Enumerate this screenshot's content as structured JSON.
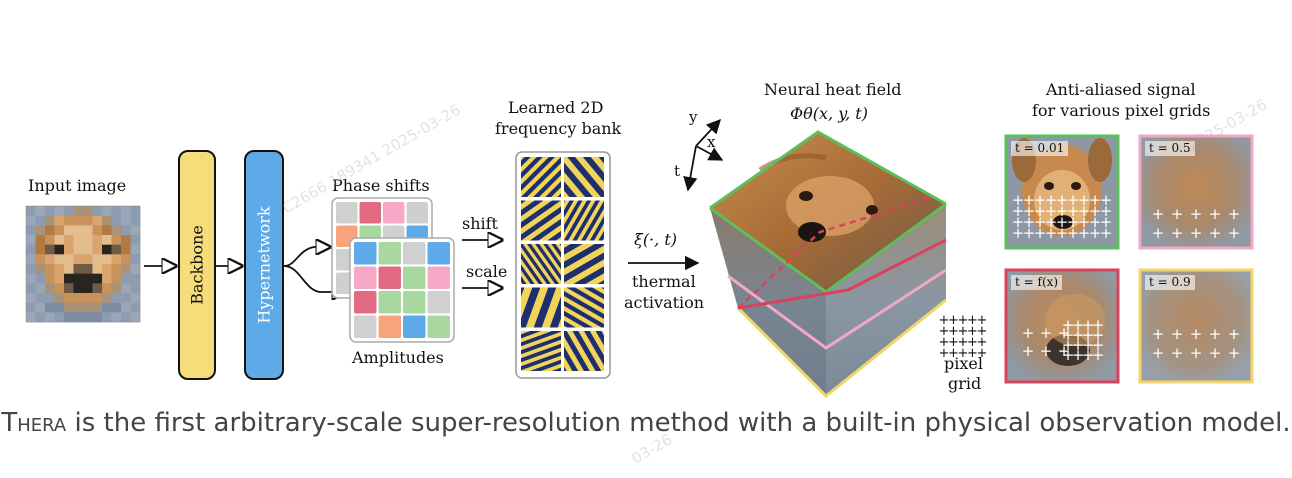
{
  "labels": {
    "input_image": "Input image",
    "backbone": "Backbone",
    "hypernetwork": "Hypernetwork",
    "phase_shifts": "Phase shifts",
    "amplitudes": "Amplitudes",
    "bank_line1": "Learned 2D",
    "bank_line2": "frequency bank",
    "shift": "shift",
    "scale": "scale",
    "xi": "ξ(·, t)",
    "thermal_line1": "thermal",
    "thermal_line2": "activation",
    "heat_line1": "Neural heat field",
    "heat_line2": "Φθ(x, y, t)",
    "axis_y": "y",
    "axis_x": "x",
    "axis_t": "t",
    "pixel_grid_line1": "pixel",
    "pixel_grid_line2": "grid",
    "anti_line1": "Anti-aliased signal",
    "anti_line2": "for various pixel grids"
  },
  "grids": [
    {
      "t_label": "t = 0.01",
      "border": "#5cbf5c"
    },
    {
      "t_label": "t = 0.5",
      "border": "#f2a8c4"
    },
    {
      "t_label": "t = f(x)",
      "border": "#d9425f"
    },
    {
      "t_label": "t = 0.9",
      "border": "#f2d46a"
    }
  ],
  "caption": {
    "name": "Thera",
    "text": " is the first arbitrary-scale super-resolution method with a built-in physical observation model."
  },
  "watermark": {
    "line1": "C2666 189341 2025-03-26",
    "line2": "2025-03-26",
    "line3": "03-26"
  },
  "colors": {
    "backbone": "#f7dc7a",
    "hypernetwork": "#5ea9e8",
    "green": "#5cbf5c",
    "pink": "#f2a8c4",
    "red": "#d9425f",
    "yellow": "#f2d46a",
    "wave_dark": "#1f2f6e",
    "wave_light": "#f1d55a"
  }
}
